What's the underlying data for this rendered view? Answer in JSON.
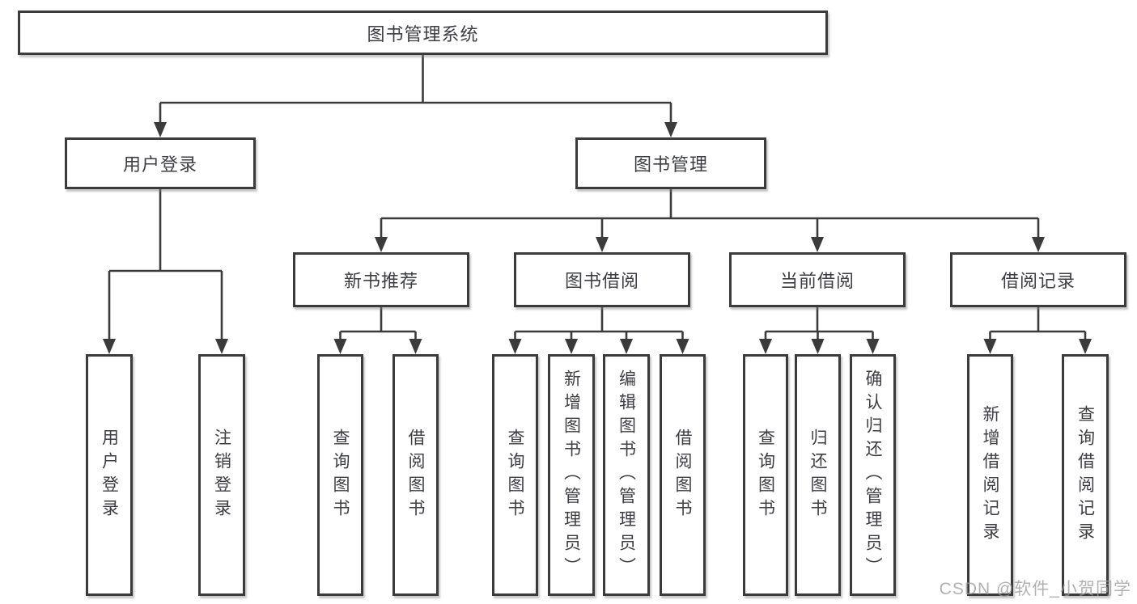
{
  "nodes": {
    "root": "图书管理系统",
    "login": "用户登录",
    "mgmt": "图书管理",
    "login_leaves": [
      "用户登录",
      "注销登录"
    ],
    "groups": [
      {
        "label": "新书推荐",
        "leaves": [
          "查询图书",
          "借阅图书"
        ]
      },
      {
        "label": "图书借阅",
        "leaves": [
          "查询图书",
          "新增图书（管理员）",
          "编辑图书（管理员）",
          "借阅图书"
        ]
      },
      {
        "label": "当前借阅",
        "leaves": [
          "查询图书",
          "归还图书",
          "确认归还（管理员）"
        ]
      },
      {
        "label": "借阅记录",
        "leaves": [
          "新增借阅记录",
          "查询借阅记录"
        ]
      }
    ]
  },
  "watermark": "CSDN @软件_小贺同学",
  "colors": {
    "line": "#3b3b3b",
    "text": "#3d3e43",
    "box_background": "#ffffff",
    "watermark": "#9e9e9e",
    "page_background": "#ffffff"
  }
}
